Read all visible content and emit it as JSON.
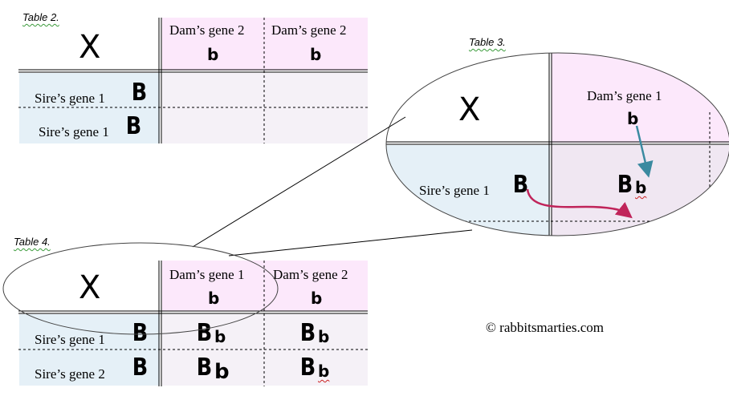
{
  "copyright": "© rabbitsmarties.com",
  "table2": {
    "caption": "Table 2.",
    "corner": "X",
    "col_headers": [
      {
        "label": "Dam’s gene 2",
        "allele": "b"
      },
      {
        "label": "Dam’s gene 2",
        "allele": "b"
      }
    ],
    "rows": [
      {
        "label": "Sire’s gene 1",
        "allele": "B"
      },
      {
        "label": "Sire’s gene 1",
        "allele": "B"
      }
    ]
  },
  "table3": {
    "caption": "Table 3.",
    "corner": "X",
    "col_header": {
      "label": "Dam’s gene 1",
      "allele": "b"
    },
    "row": {
      "label": "Sire’s gene 1",
      "allele": "B"
    },
    "cell": {
      "big": "B",
      "small": "b"
    },
    "colors": {
      "teal_arrow": "#3a8aa0",
      "crimson_arrow": "#c0245a"
    }
  },
  "table4": {
    "caption": "Table 4.",
    "corner": "X",
    "col_headers": [
      {
        "label": "Dam’s gene 1",
        "allele": "b"
      },
      {
        "label": "Dam’s gene 2",
        "allele": "b"
      }
    ],
    "rows": [
      {
        "label": "Sire’s gene 1",
        "allele": "B",
        "cells": [
          {
            "big": "B",
            "small": "b"
          },
          {
            "big": "B",
            "small": "b"
          }
        ]
      },
      {
        "label": "Sire’s gene 2",
        "allele": "B",
        "cells": [
          {
            "big": "B",
            "small": "b"
          },
          {
            "big": "B",
            "small": "b"
          }
        ]
      }
    ]
  }
}
